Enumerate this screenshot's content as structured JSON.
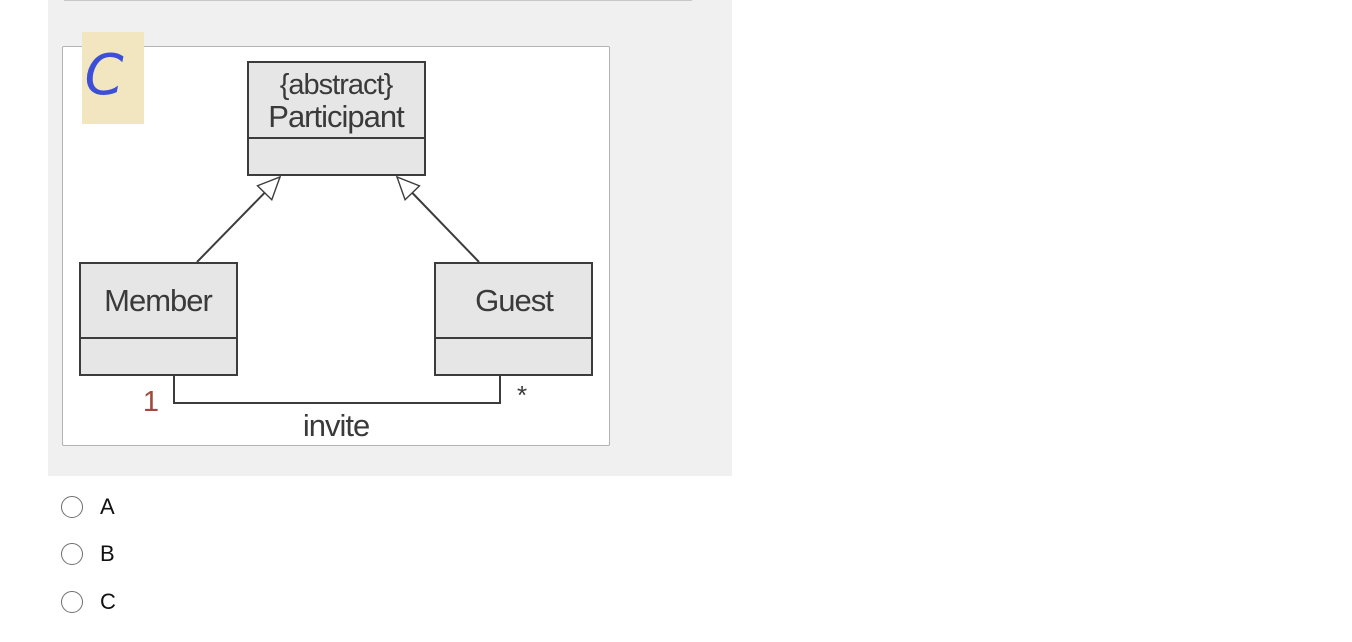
{
  "diagram": {
    "option_letter": "C",
    "classes": {
      "participant": {
        "stereotype": "{abstract}",
        "name": "Participant"
      },
      "member": {
        "name": "Member"
      },
      "guest": {
        "name": "Guest"
      }
    },
    "association": {
      "label": "invite",
      "member_multiplicity": "1",
      "guest_multiplicity": "*"
    },
    "colors": {
      "class_fill": "#e6e6e6",
      "class_stroke": "#3c3c3c",
      "badge": "#f1e6bf",
      "letter": "#3d4fd8"
    }
  },
  "choices": [
    {
      "label": "A",
      "selected": false
    },
    {
      "label": "B",
      "selected": false
    },
    {
      "label": "C",
      "selected": false
    }
  ]
}
